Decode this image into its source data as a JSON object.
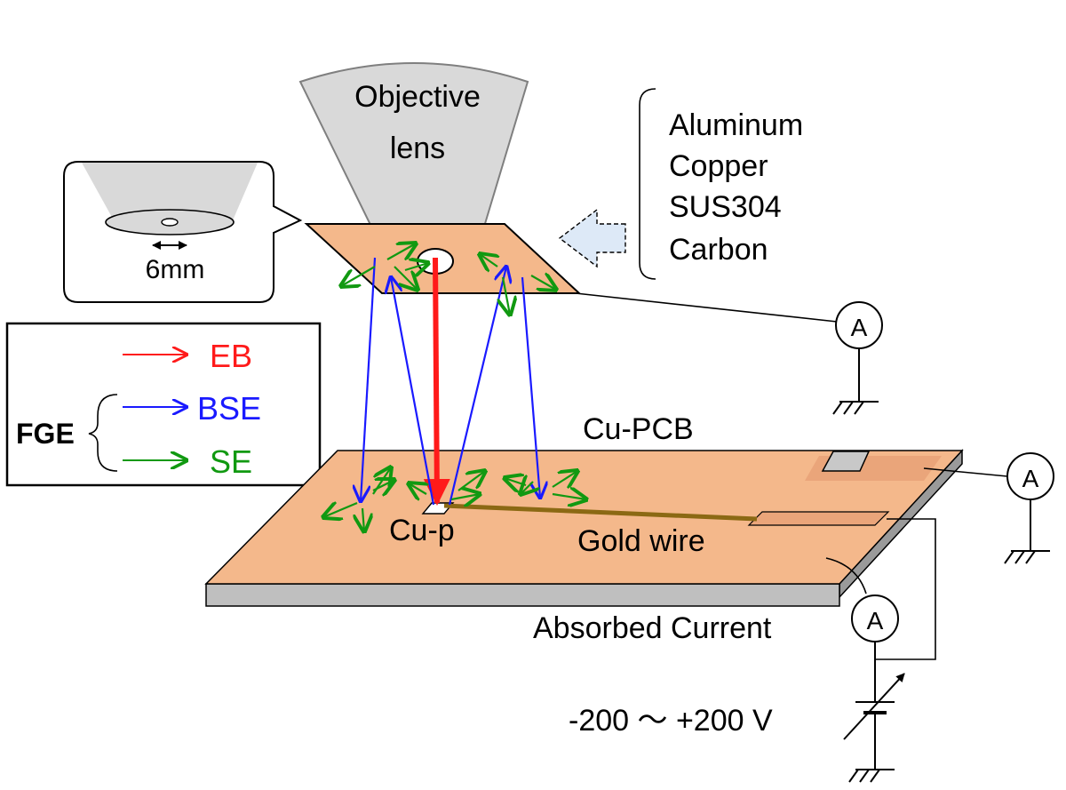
{
  "lens": {
    "line1": "Objective",
    "line2": "lens"
  },
  "materials": [
    "Aluminum",
    "Copper",
    "SUS304",
    "Carbon"
  ],
  "inset": {
    "dimension": "6mm"
  },
  "legend": {
    "group_label": "FGE",
    "items": [
      {
        "label": "EB",
        "color": "#ff1a1a"
      },
      {
        "label": "BSE",
        "color": "#1a1aff"
      },
      {
        "label": "SE",
        "color": "#119911"
      }
    ]
  },
  "labels": {
    "board": "Cu-PCB",
    "pad": "Cu-p",
    "wire": "Gold wire",
    "absorbed": "Absorbed Current",
    "voltage": "-200 ～ +200 V"
  },
  "meters": [
    "A",
    "A",
    "A"
  ],
  "colors": {
    "copper": "#f4b88b",
    "copper_dark": "#d89a6c",
    "lens_gray": "#d9d9d9",
    "board_edge": "#bfbfbf",
    "wire": "#8b6914",
    "arrow_fill": "#dde9f7"
  }
}
